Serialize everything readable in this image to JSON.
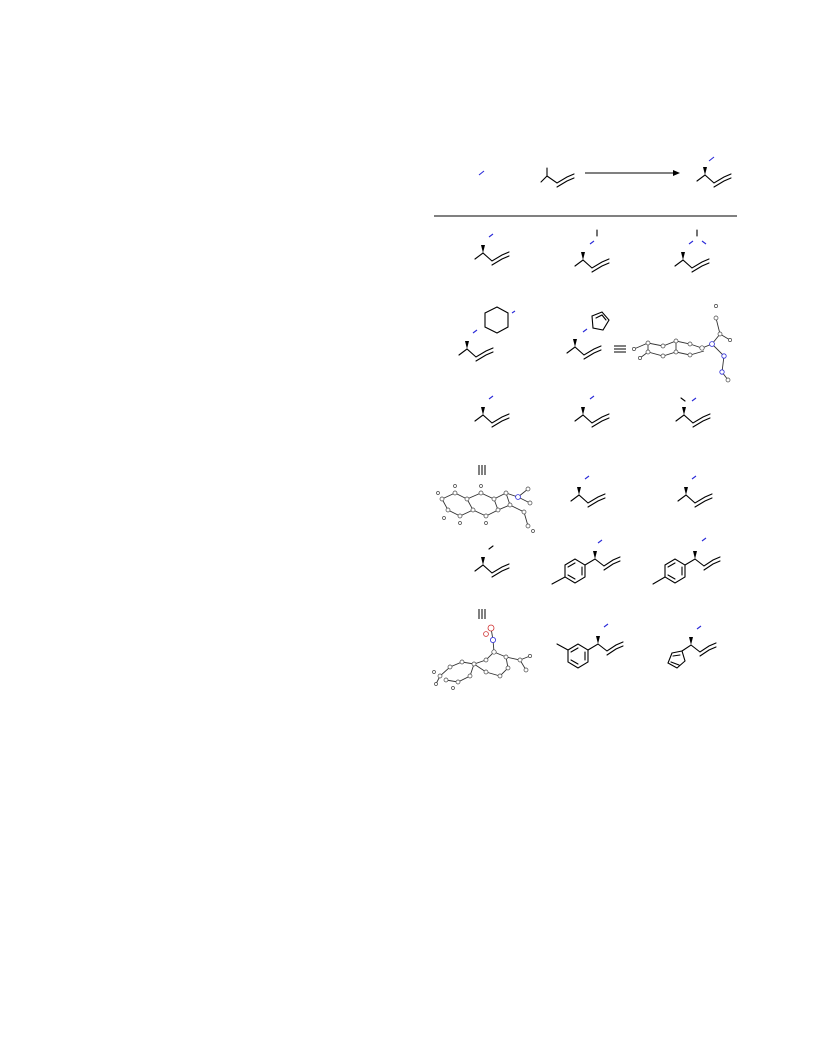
{
  "scheme": {
    "reactant_amine": {
      "kind": "amine",
      "colors": {
        "hetero": "#2a2ad8"
      }
    },
    "reactant_diene": {
      "kind": "diene"
    },
    "product": {
      "kind": "allylic-amine"
    },
    "reaction_arrow": {
      "kind": "forward-arrow"
    },
    "rows": [
      {
        "cells": [
          "allylic-amine",
          "allylic-amine-secondary",
          "allylic-amine-tertiary"
        ]
      },
      {
        "cells": [
          "piperazine-allylic-amine",
          "imidazole-allylic-amine-with-crystal-structure"
        ]
      },
      {
        "cells": [
          "allylic-amine",
          "allylic-amine",
          "allylic-amine-dialkyl"
        ]
      },
      {
        "cells": [
          "crystal-structure-naphthyl",
          "allylic-amine",
          "allylic-amine"
        ]
      },
      {
        "cells": [
          "allylic-amine",
          "para-tolyl-allylic-amine",
          "para-tolyl-allylic-amine"
        ]
      },
      {
        "cells": [
          "crystal-structure-nitro",
          "meta-tolyl-allylic-amine",
          "furyl-allylic-amine"
        ]
      }
    ],
    "equivalence_symbol": "≡"
  }
}
